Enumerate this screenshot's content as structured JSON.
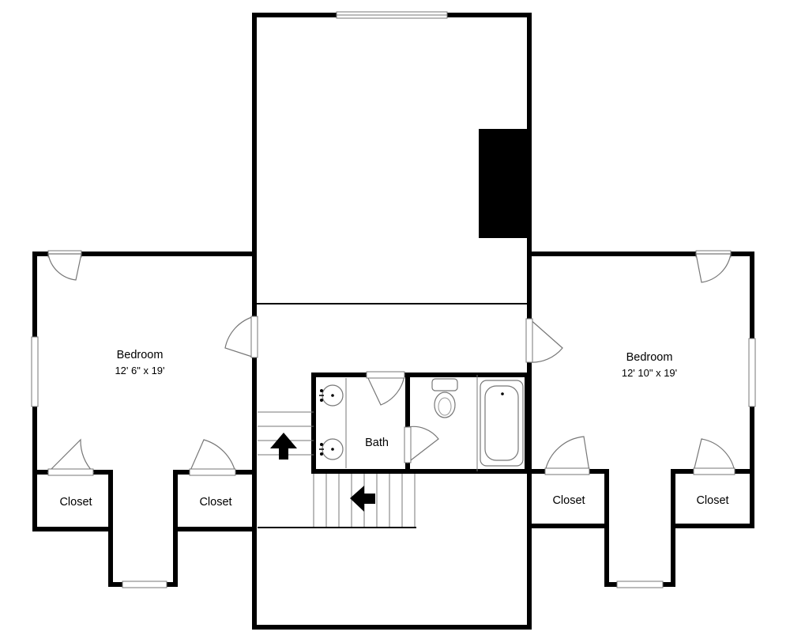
{
  "floorplan": {
    "rooms": {
      "bedroom_left": {
        "name": "Bedroom",
        "dimensions": "12' 6\" x 19'"
      },
      "bedroom_right": {
        "name": "Bedroom",
        "dimensions": "12' 10\" x 19'"
      },
      "bath": {
        "name": "Bath"
      },
      "closet_1": {
        "name": "Closet"
      },
      "closet_2": {
        "name": "Closet"
      },
      "closet_3": {
        "name": "Closet"
      },
      "closet_4": {
        "name": "Closet"
      }
    },
    "colors": {
      "wall": "#000000",
      "background": "#ffffff",
      "fixture_outline": "#777777"
    }
  }
}
